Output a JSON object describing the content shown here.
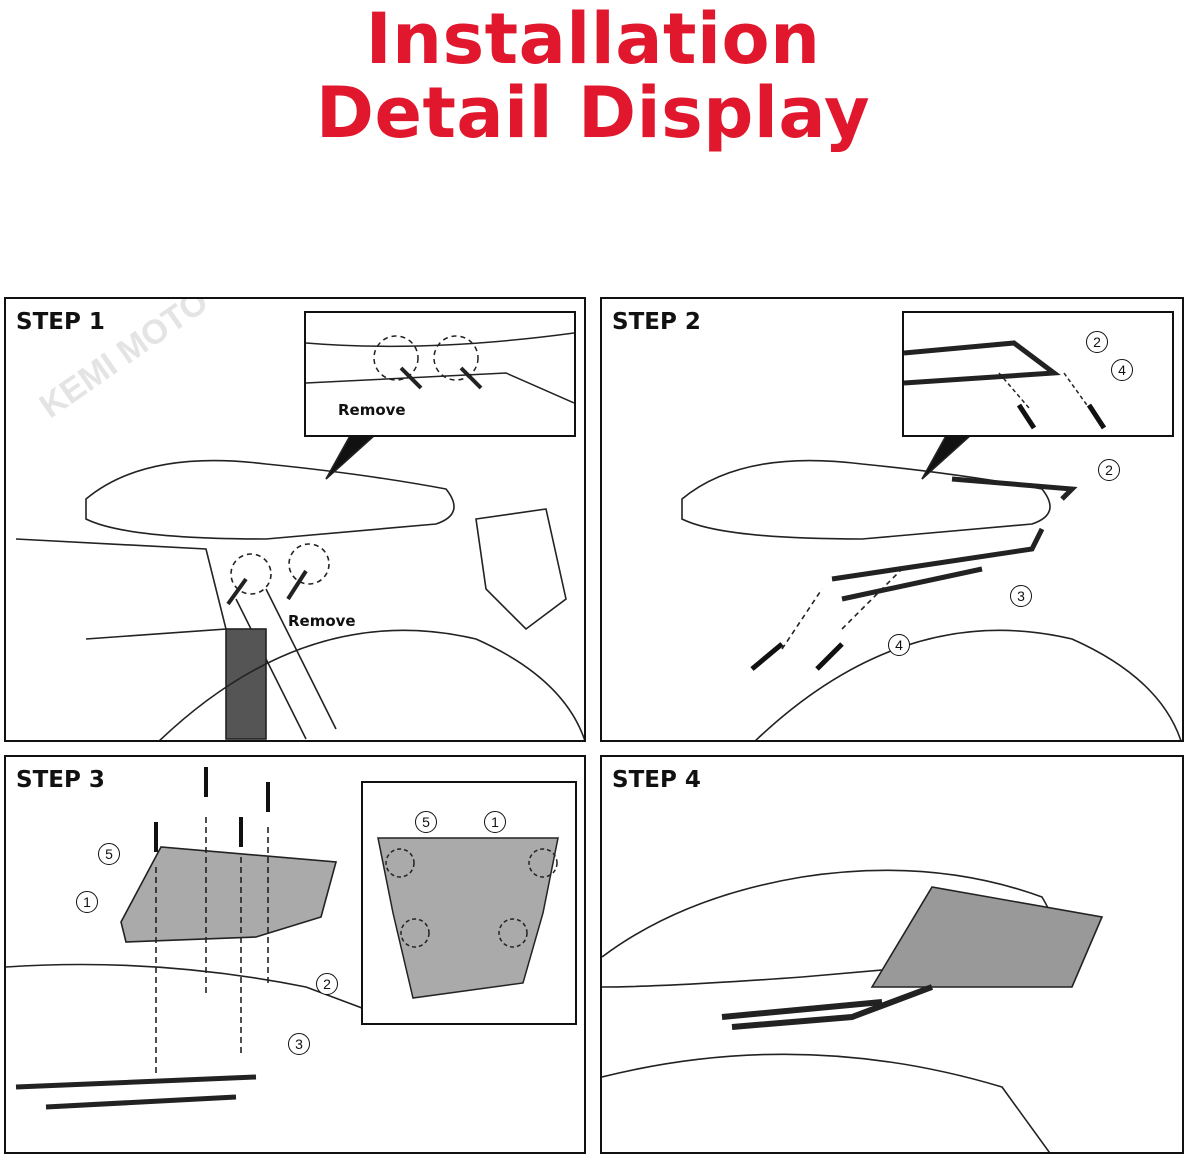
{
  "header": {
    "title_line1": "Installation",
    "title_line2": "Detail Display"
  },
  "watermark": "KEMI MOTO",
  "accent_color": "#e0172d",
  "steps": [
    {
      "label": "STEP 1",
      "remove_inset": "Remove",
      "remove_main": "Remove"
    },
    {
      "label": "STEP 2",
      "callouts": [
        "2",
        "4",
        "2",
        "3",
        "4"
      ]
    },
    {
      "label": "STEP 3",
      "callouts": [
        "5",
        "1",
        "2",
        "3",
        "5",
        "1"
      ]
    },
    {
      "label": "STEP 4"
    }
  ]
}
